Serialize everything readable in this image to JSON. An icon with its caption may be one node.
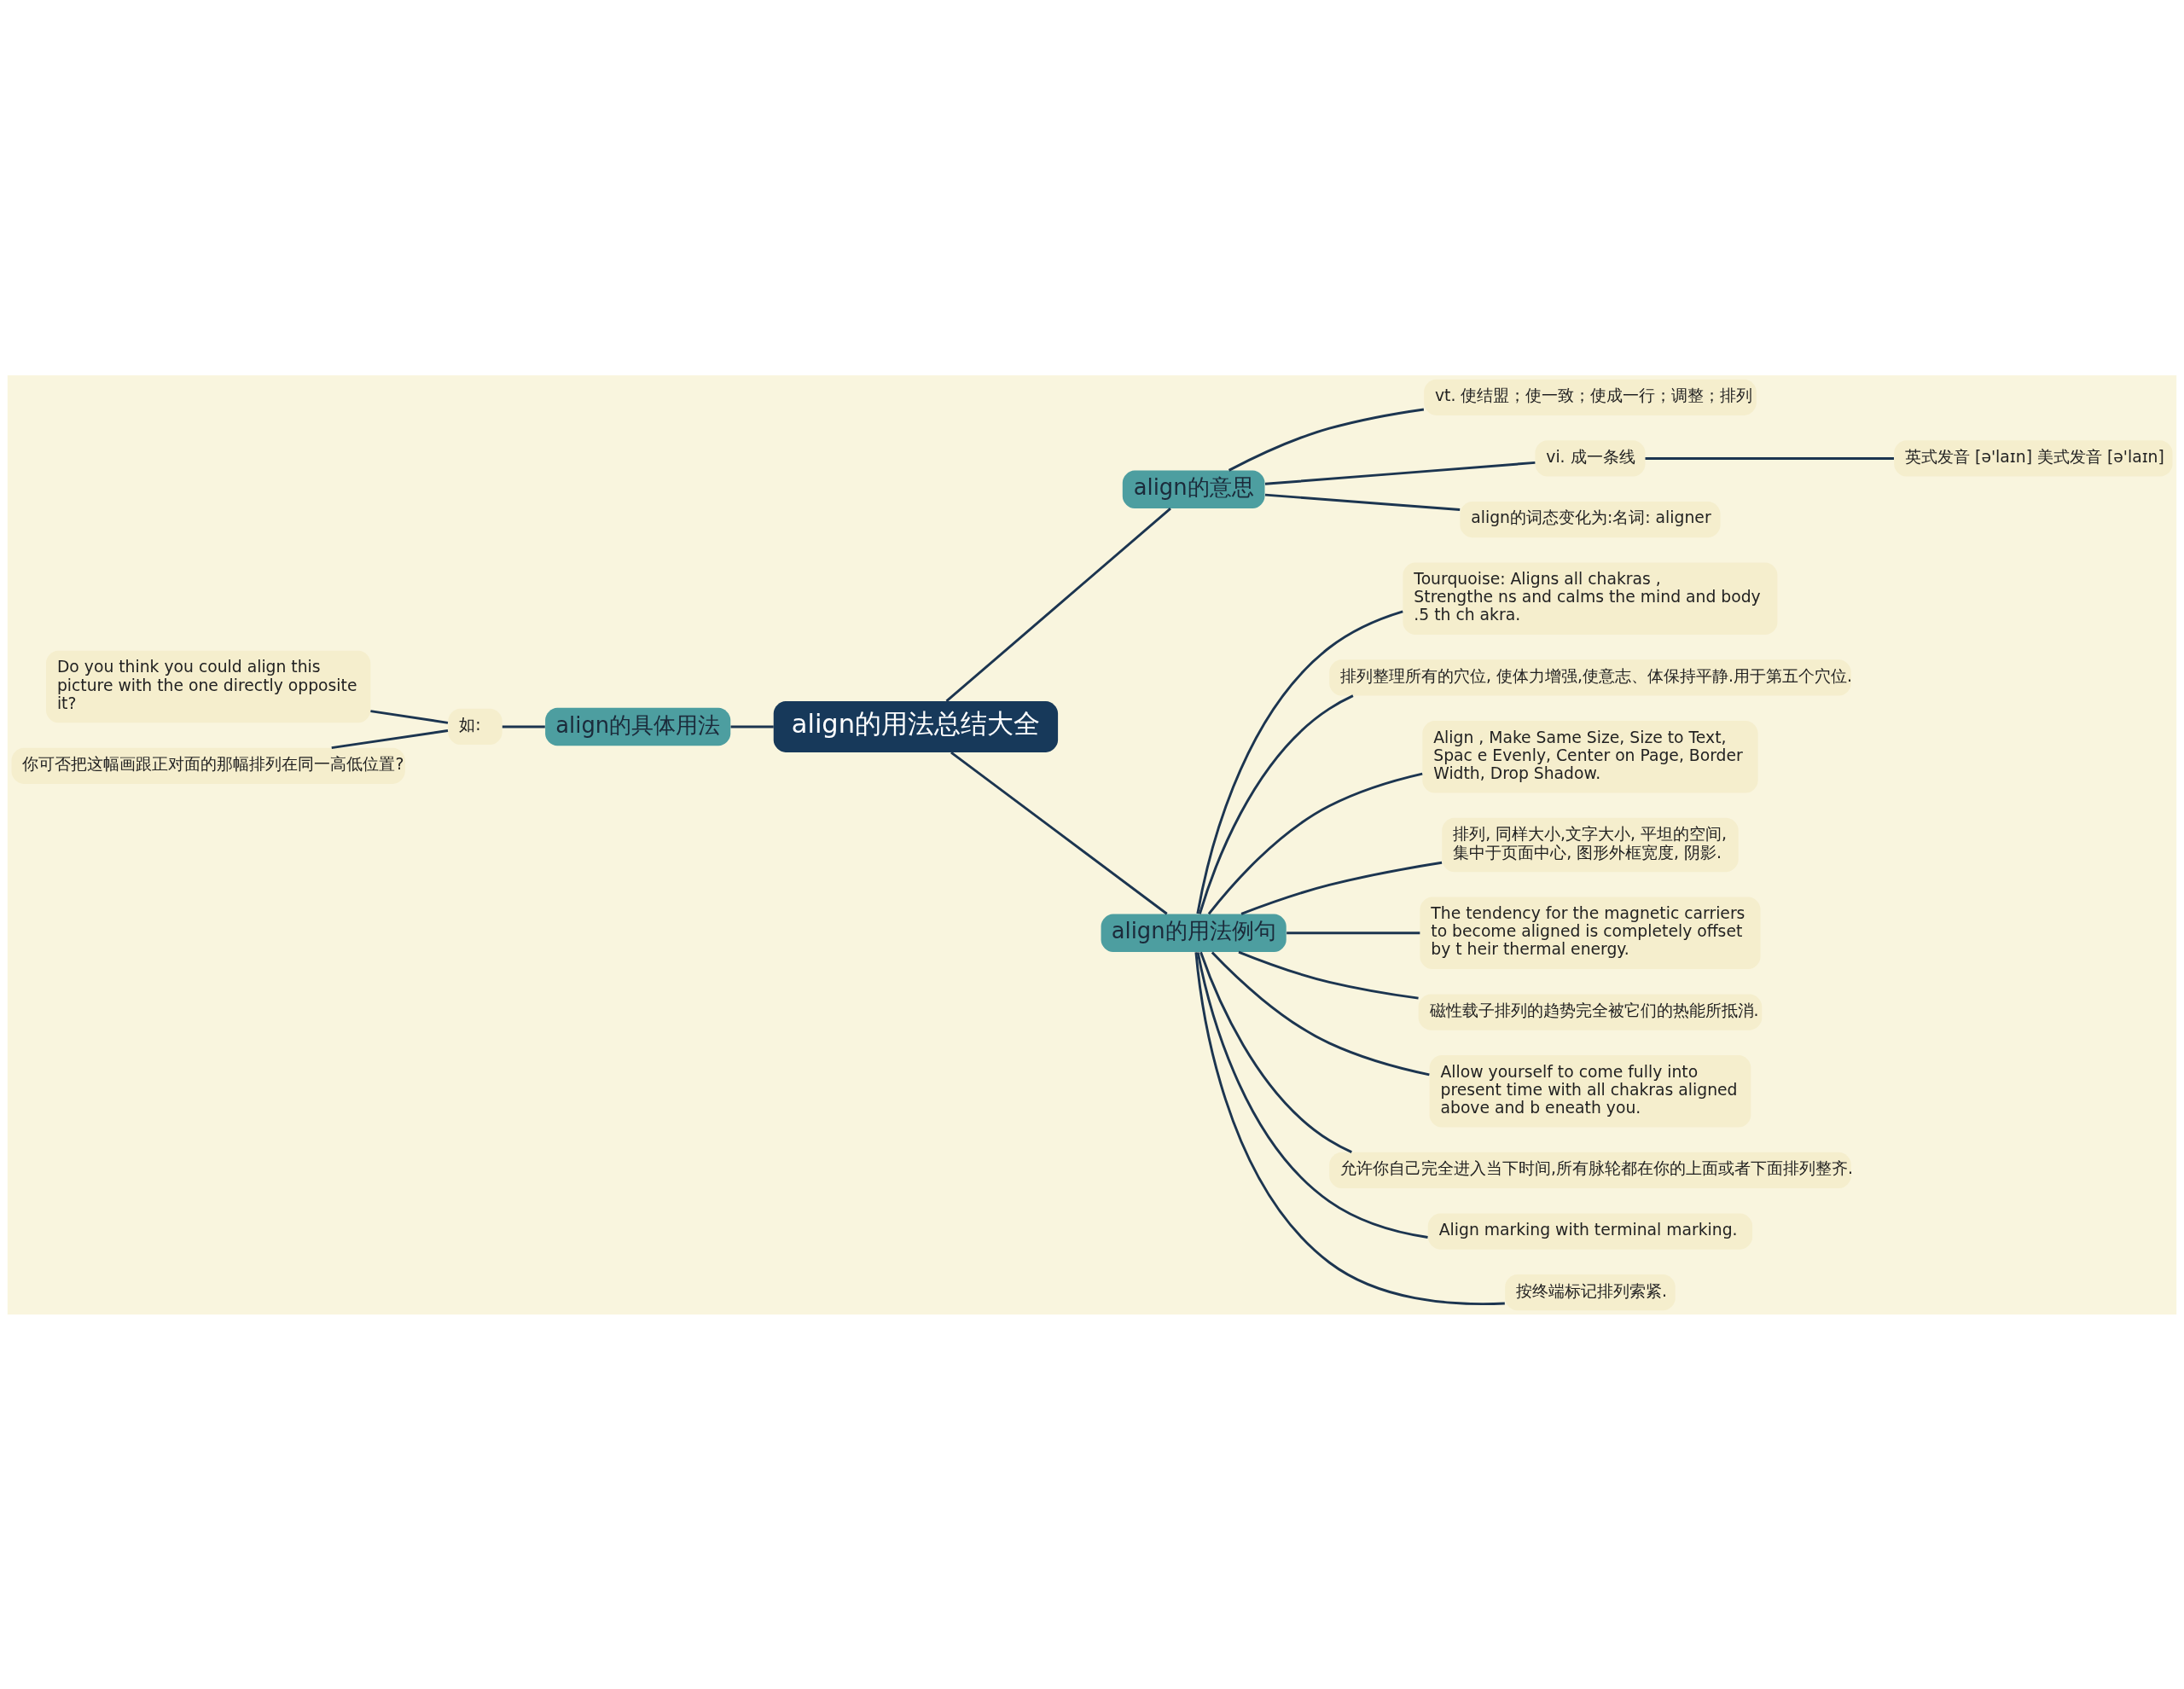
{
  "diagram": {
    "nodes": [
      {
        "text": [
          "align的用法总结大全"
        ]
      },
      {
        "text": [
          "align的意思"
        ]
      },
      {
        "text": [
          "vt. 使结盟；使一致；使成一行；调整；排列"
        ]
      },
      {
        "text": [
          "vi. 成一条线"
        ]
      },
      {
        "text": [
          "英式发音 [ə'laɪn] 美式发音 [ə'laɪn]"
        ]
      },
      {
        "text": [
          "align的词态变化为:名词: aligner"
        ]
      },
      {
        "text": [
          "align的用法例句"
        ]
      },
      {
        "text": [
          "Tourquoise: Aligns all chakras , Strengthe ns and calms the mind and body .5 th ch akra."
        ]
      },
      {
        "text": [
          "排列整理所有的穴位, 使体力增强,使意志、体保持平静.用于第五个穴位."
        ]
      },
      {
        "text": [
          "Align , Make Same Size, Size to Text, Spac e Evenly, Center on Page, Border Width, Drop Shadow."
        ]
      },
      {
        "text": [
          "排列, 同样大小,文字大小, 平坦的空间, 集中于页面中心, 图形外框宽度, 阴影."
        ]
      },
      {
        "text": [
          "The tendency for the magnetic carriers to become aligned is completely offset by t heir thermal energy."
        ]
      },
      {
        "text": [
          "磁性载子排列的趋势完全被它们的热能所抵消."
        ]
      },
      {
        "text": [
          "Allow yourself to come fully into present time with all chakras aligned above and b eneath you."
        ]
      },
      {
        "text": [
          "允许你自己完全进入当下时间,所有脉轮都在你的上面或者下面排列整齐."
        ]
      },
      {
        "text": [
          "Align marking with terminal marking."
        ]
      },
      {
        "text": [
          "按终端标记排列索紧."
        ]
      },
      {
        "text": [
          "align的具体用法"
        ]
      },
      {
        "text": [
          "如:"
        ]
      },
      {
        "text": [
          "Do you think you could align this picture with the one directly opposite it?"
        ]
      },
      {
        "text": [
          "你可否把这幅画跟正对面的那幅排列在同一高低位置?"
        ]
      }
    ],
    "edges": [
      {
        "from": 0,
        "to": 1,
        "arrow": "none"
      },
      {
        "from": 1,
        "to": 2,
        "arrow": "none"
      },
      {
        "from": 1,
        "to": 3,
        "arrow": "none"
      },
      {
        "from": 3,
        "to": 4,
        "arrow": "none"
      },
      {
        "from": 1,
        "to": 5,
        "arrow": "none"
      },
      {
        "from": 0,
        "to": 6,
        "arrow": "none"
      },
      {
        "from": 6,
        "to": 7,
        "arrow": "none"
      },
      {
        "from": 6,
        "to": 8,
        "arrow": "none"
      },
      {
        "from": 6,
        "to": 9,
        "arrow": "none"
      },
      {
        "from": 6,
        "to": 10,
        "arrow": "none"
      },
      {
        "from": 6,
        "to": 11,
        "arrow": "none"
      },
      {
        "from": 6,
        "to": 12,
        "arrow": "none"
      },
      {
        "from": 6,
        "to": 13,
        "arrow": "none"
      },
      {
        "from": 6,
        "to": 14,
        "arrow": "none"
      },
      {
        "from": 6,
        "to": 15,
        "arrow": "none"
      },
      {
        "from": 6,
        "to": 16,
        "arrow": "none"
      },
      {
        "from": 0,
        "to": 17,
        "arrow": "none"
      },
      {
        "from": 17,
        "to": 18,
        "arrow": "none"
      },
      {
        "from": 18,
        "to": 19,
        "arrow": "none"
      },
      {
        "from": 18,
        "to": 20,
        "arrow": "none"
      }
    ]
  }
}
